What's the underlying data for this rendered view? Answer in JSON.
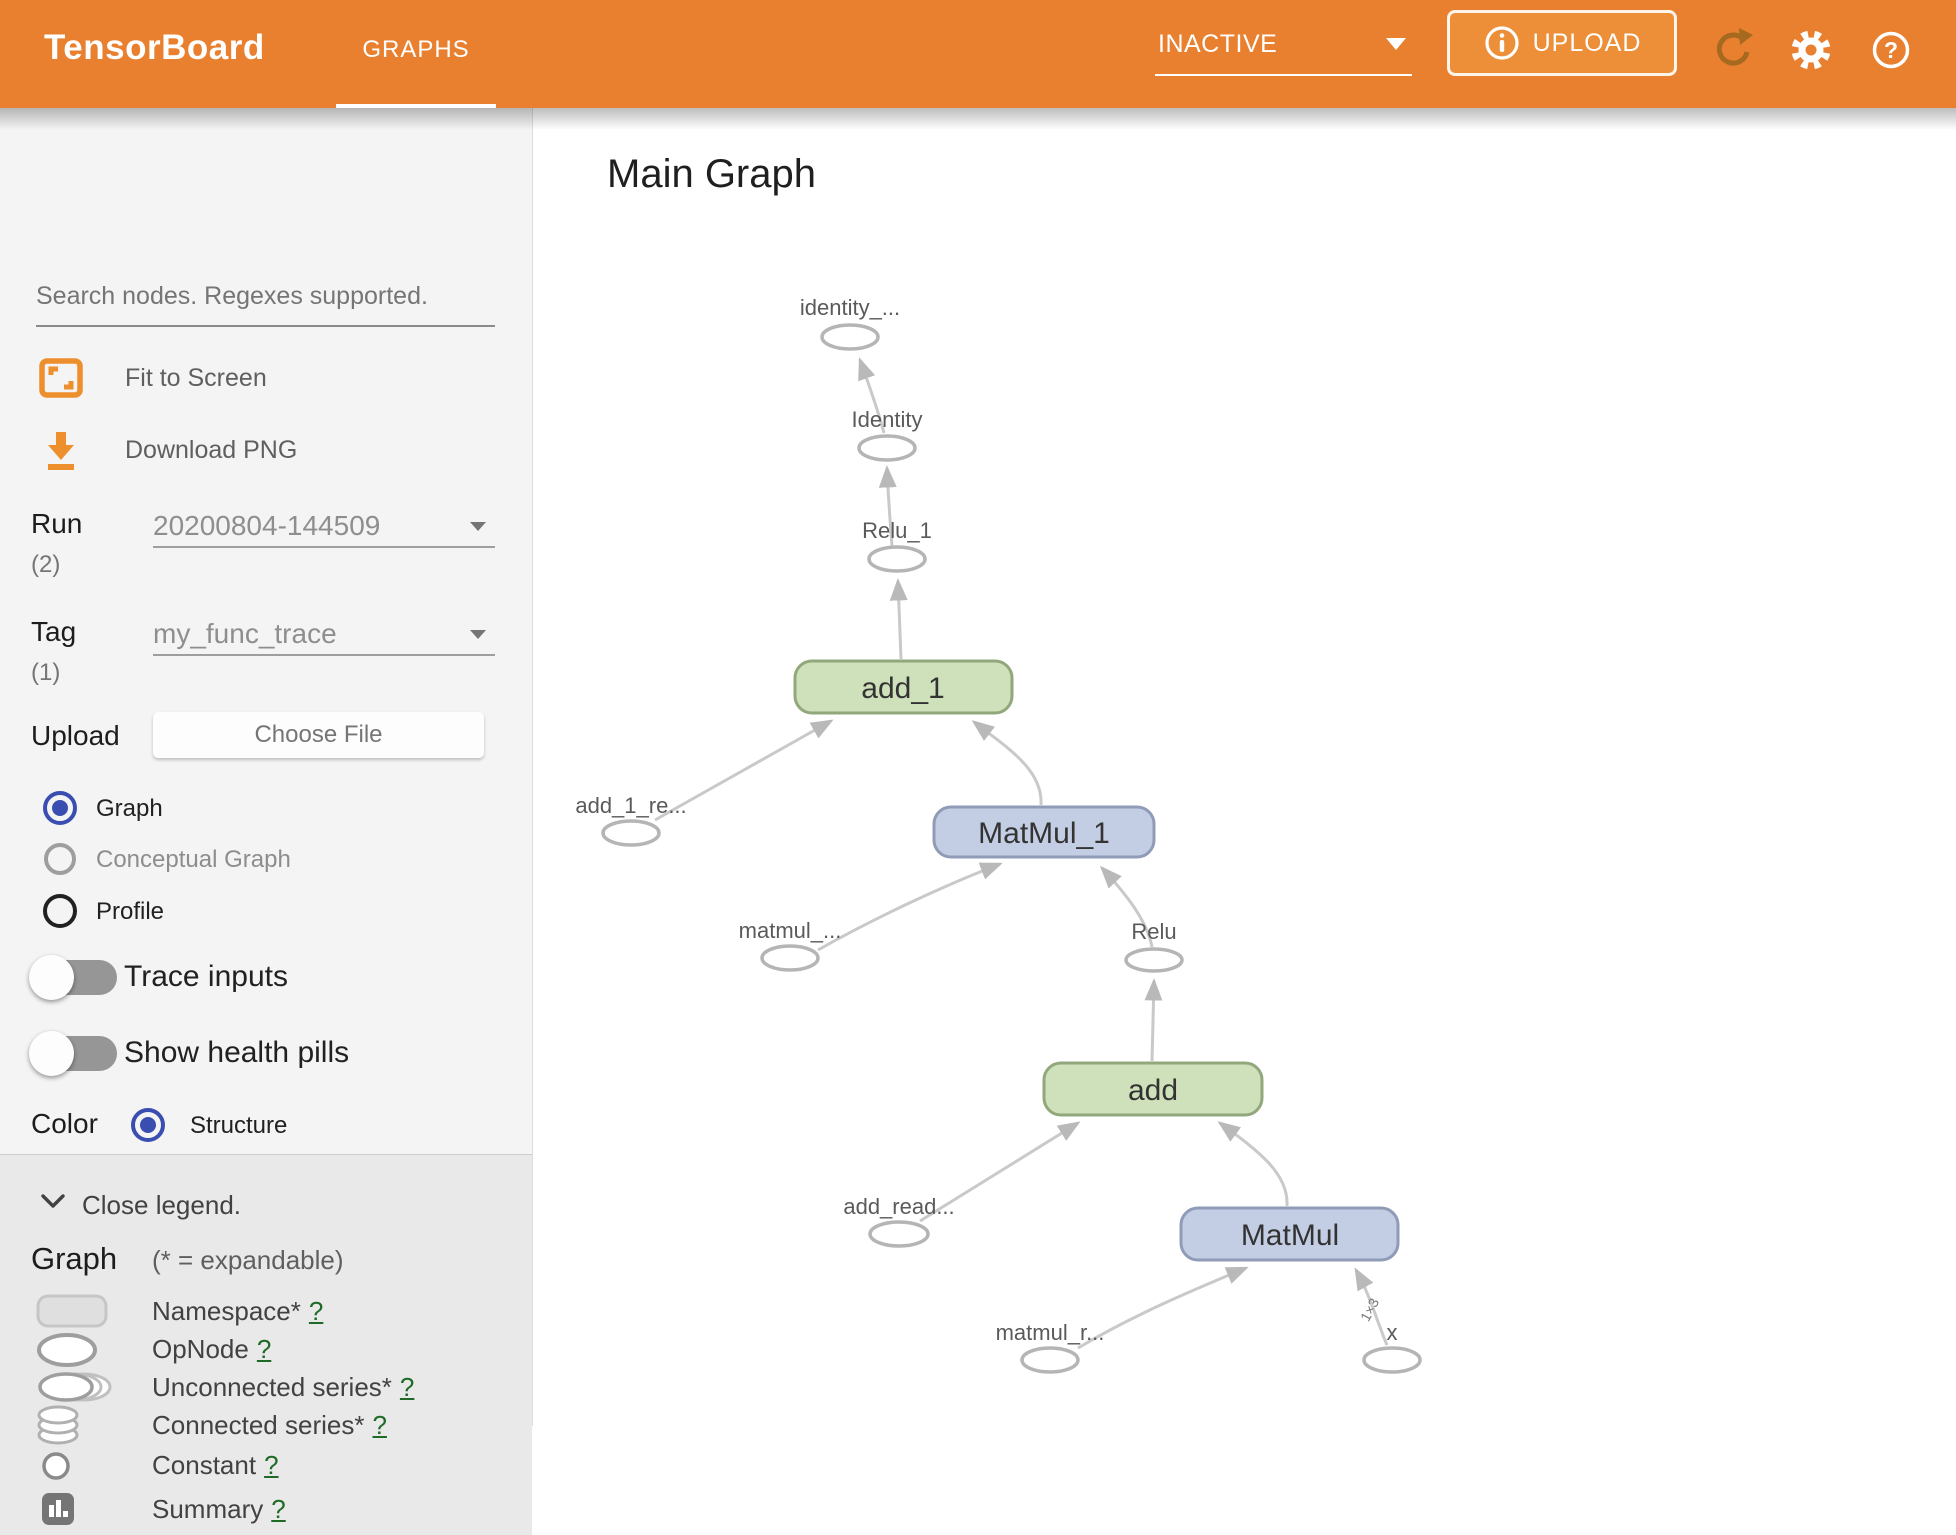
{
  "header": {
    "app_title": "TensorBoard",
    "tab": "GRAPHS",
    "status": "INACTIVE",
    "upload_label": "UPLOAD",
    "info_glyph": "i",
    "help_glyph": "?"
  },
  "sidebar": {
    "search_placeholder": "Search nodes. Regexes supported.",
    "fit_label": "Fit to Screen",
    "download_label": "Download PNG",
    "run_label": "Run",
    "run_count": "(2)",
    "run_value": "20200804-144509",
    "tag_label": "Tag",
    "tag_count": "(1)",
    "tag_value": "my_func_trace",
    "upload_label": "Upload",
    "choose_file_label": "Choose File",
    "options": [
      {
        "label": "Graph",
        "selected": true
      },
      {
        "label": "Conceptual Graph",
        "selected": false
      },
      {
        "label": "Profile",
        "selected": false
      }
    ],
    "trace_inputs_label": "Trace inputs",
    "health_pills_label": "Show health pills",
    "color_label": "Color",
    "color_option": "Structure"
  },
  "legend": {
    "close_label": "Close legend.",
    "title": "Graph",
    "note": "(* = expandable)",
    "items": [
      {
        "label": "Namespace*",
        "help": "?"
      },
      {
        "label": "OpNode",
        "help": "?"
      },
      {
        "label": "Unconnected series*",
        "help": "?"
      },
      {
        "label": "Connected series*",
        "help": "?"
      },
      {
        "label": "Constant",
        "help": "?"
      },
      {
        "label": "Summary",
        "help": "?"
      }
    ]
  },
  "main": {
    "title": "Main Graph",
    "nodes": {
      "identity_out": "identity_...",
      "identity": "Identity",
      "relu_1": "Relu_1",
      "add_1": "add_1",
      "add_1_read": "add_1_re...",
      "matmul_1": "MatMul_1",
      "matmul_read": "matmul_...",
      "relu": "Relu",
      "add": "add",
      "add_read": "add_read...",
      "matmul": "MatMul",
      "matmul_r_read": "matmul_r...",
      "x": "x"
    },
    "edge_labels": {
      "x_shape": "1×3"
    }
  },
  "colors": {
    "header_orange": "#e8802f",
    "accent_indigo": "#3a4eb1",
    "node_green_fill": "#cfe1ba",
    "node_green_stroke": "#92a87c",
    "node_blue_fill": "#c3cde3",
    "node_blue_stroke": "#8f9bb7",
    "edge_gray": "#c9c9c9",
    "help_link_green": "#1e6b27"
  }
}
